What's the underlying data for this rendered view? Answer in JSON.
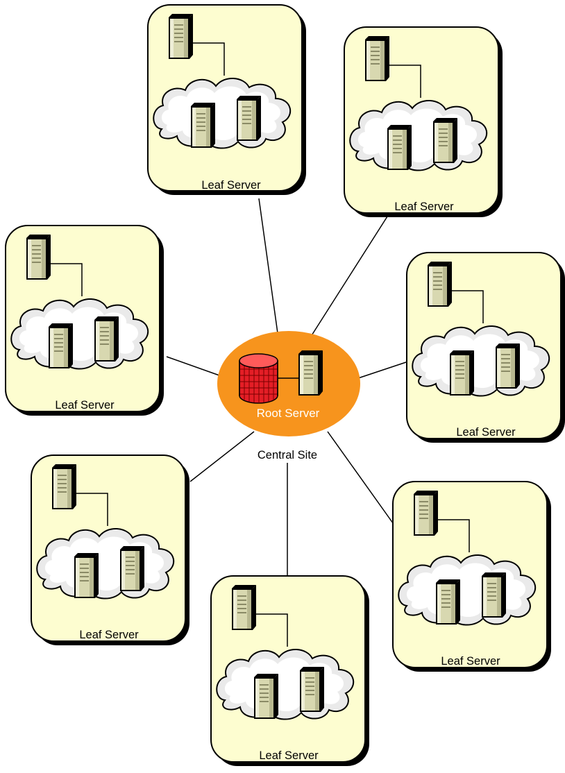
{
  "diagram": {
    "central_site": {
      "root_label": "Root Server",
      "site_label": "Central Site",
      "icons": [
        "database-icon",
        "server-icon"
      ]
    },
    "leaf_sites": [
      {
        "label": "Leaf Server"
      },
      {
        "label": "Leaf Server"
      },
      {
        "label": "Leaf Server"
      },
      {
        "label": "Leaf Server"
      },
      {
        "label": "Leaf Server"
      },
      {
        "label": "Leaf Server"
      },
      {
        "label": "Leaf Server"
      }
    ],
    "leaf_icons": [
      "server-icon",
      "network-cloud-icon"
    ],
    "colors": {
      "leaf_box_fill": "#fdfdd0",
      "central_fill": "#f7941d",
      "database_fill": "#e41e26",
      "server_fill": "#d8d8b0",
      "cloud_fill": "#e9e9e9"
    }
  }
}
